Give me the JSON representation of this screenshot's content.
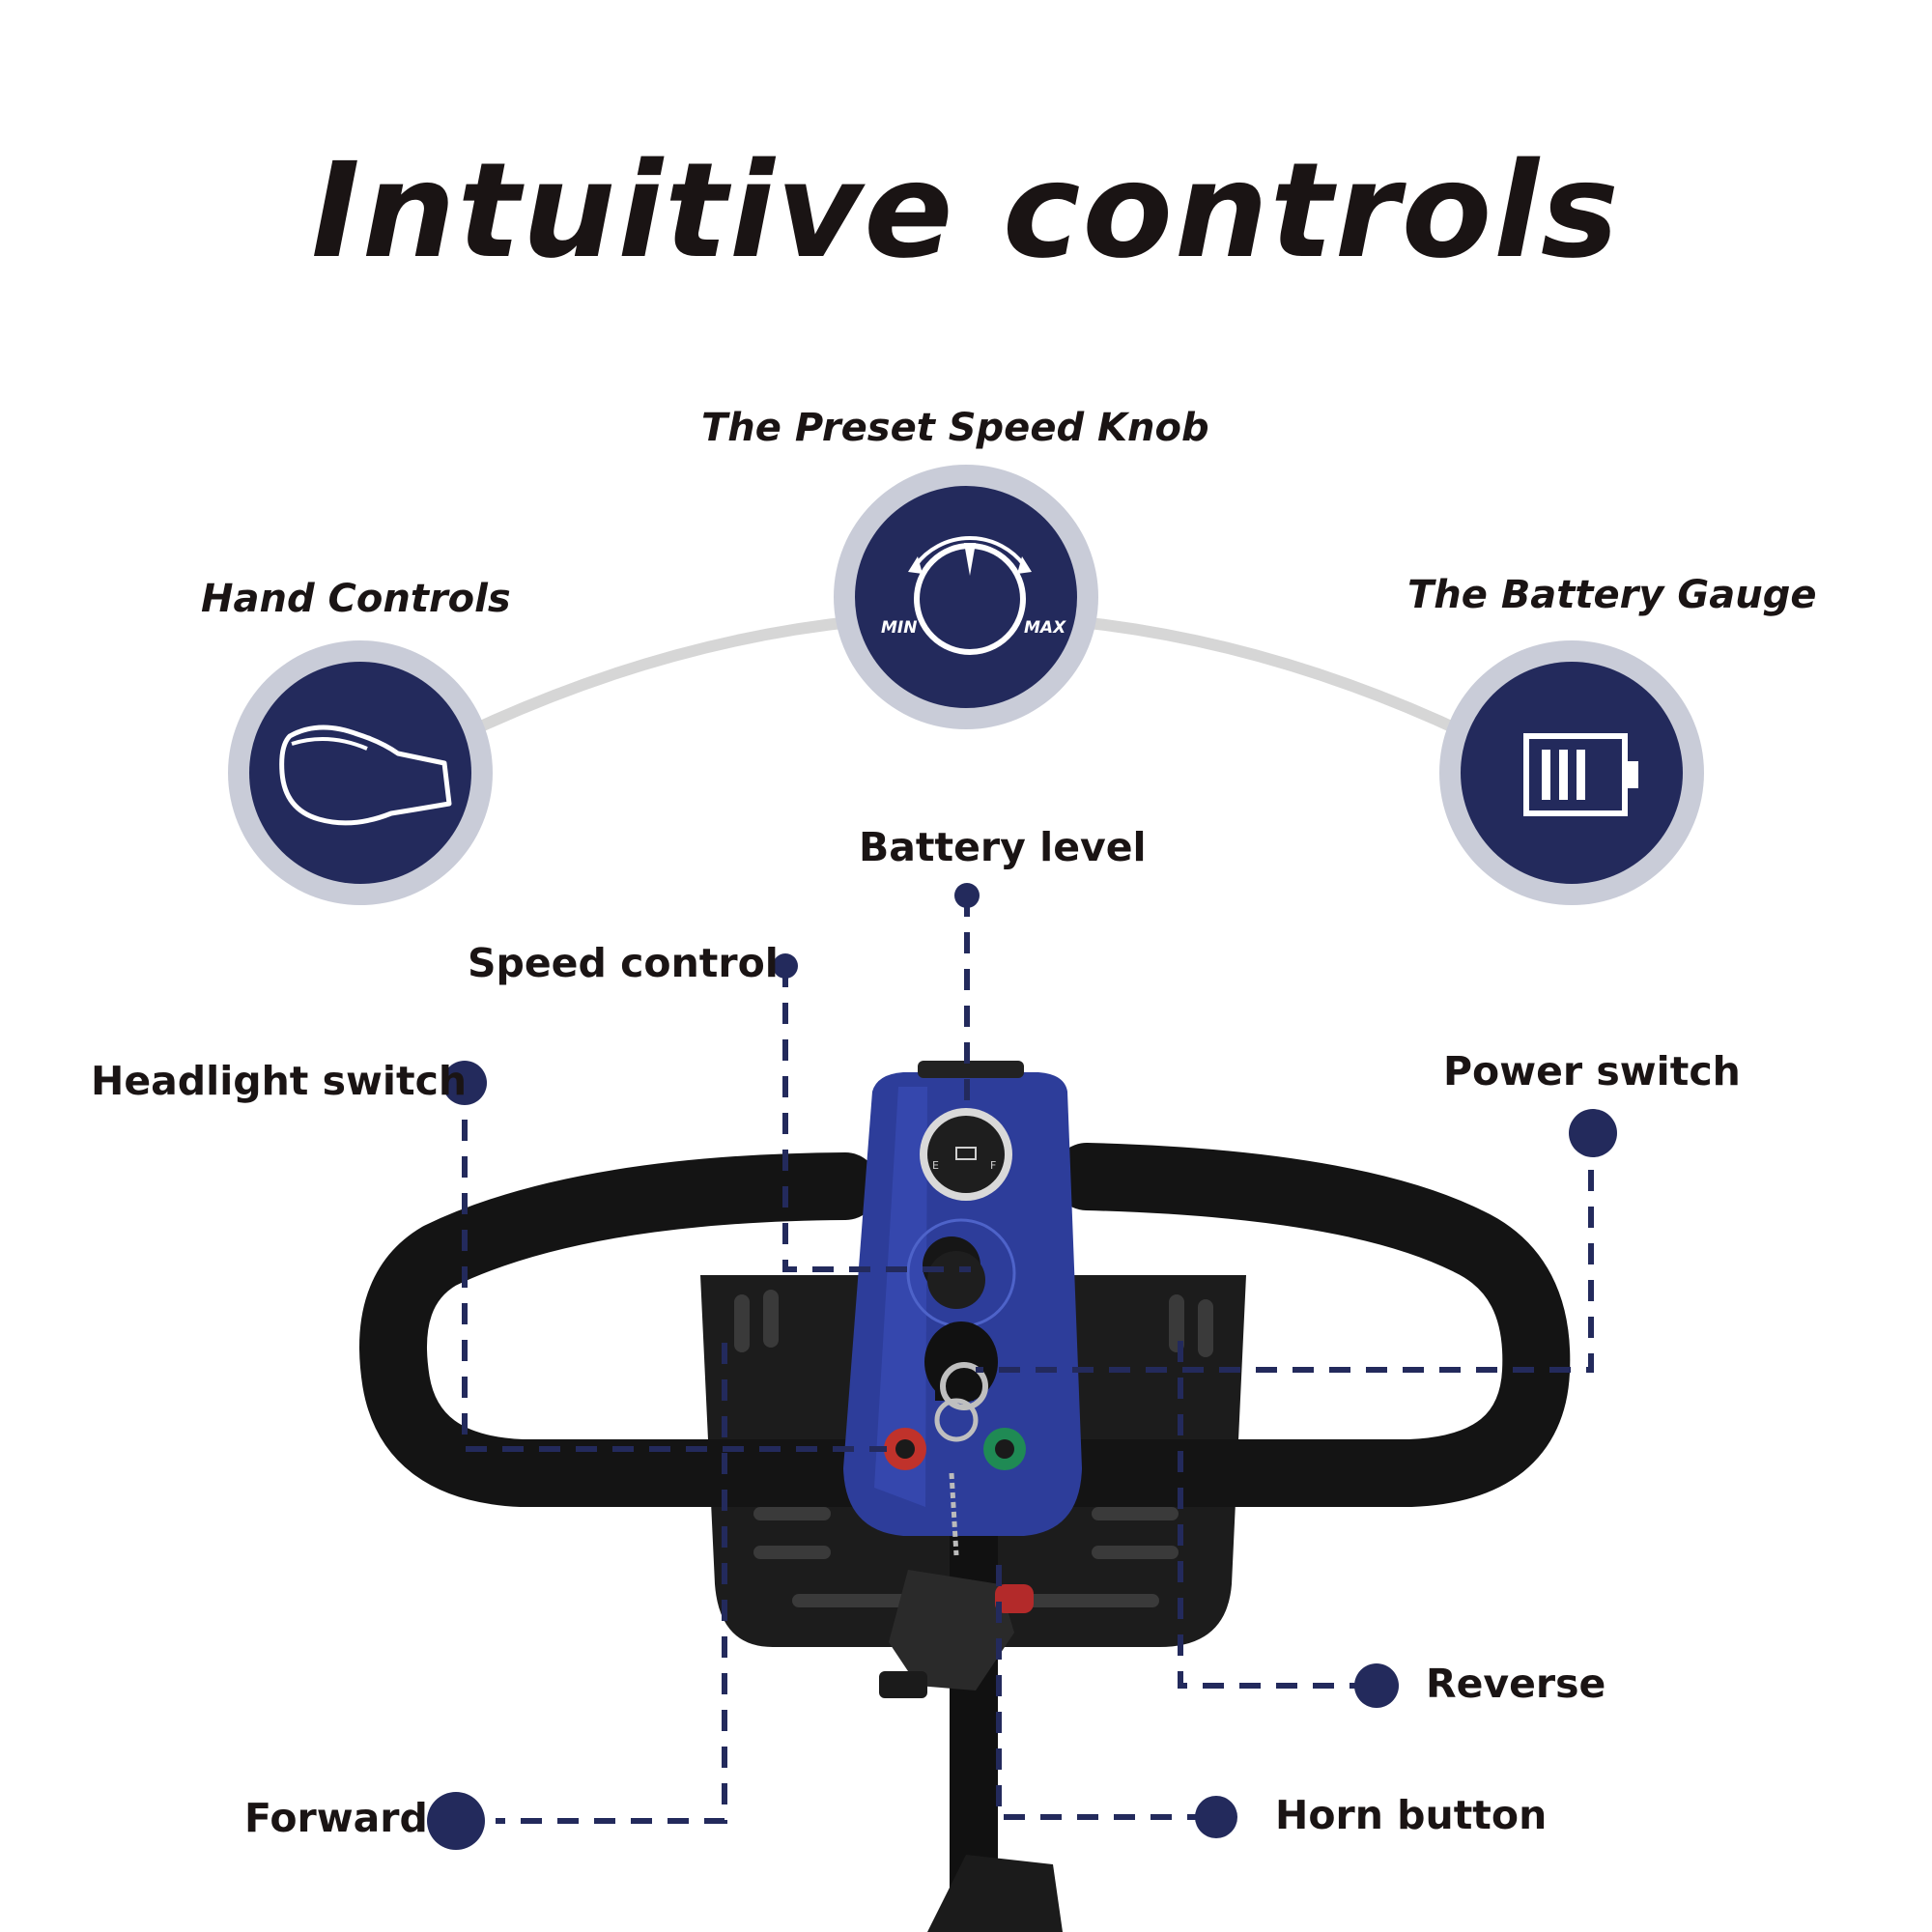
{
  "title": "Intuitive controls",
  "features": [
    {
      "label": "Hand Controls",
      "icon": "hand-grip-icon"
    },
    {
      "label": "The Preset Speed Knob",
      "icon": "speed-knob-icon",
      "min_label": "MIN",
      "max_label": "MAX"
    },
    {
      "label": "The Battery Gauge",
      "icon": "battery-icon"
    }
  ],
  "gauge": {
    "e_label": "E",
    "f_label": "F"
  },
  "callouts": {
    "battery_level": "Battery level",
    "speed_control": "Speed control",
    "headlight_switch": "Headlight switch",
    "power_switch": "Power switch",
    "reverse": "Reverse",
    "forward": "Forward",
    "horn_button": "Horn button"
  },
  "colors": {
    "navy": "#232a5c",
    "ring": "#c9ccd8",
    "arc": "#d6d6d6",
    "scooter_blue": "#2d3d9a",
    "text": "#1a1414"
  }
}
